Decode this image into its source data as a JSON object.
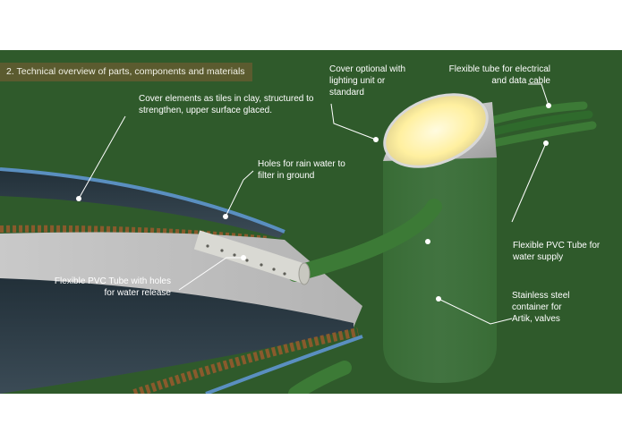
{
  "header": {
    "title": "2. Technical overview of parts, components and materials"
  },
  "labels": {
    "cover_elements": {
      "line1": "Cover elements as tiles in clay, structured to",
      "line2": "strengthen, upper surface glaced."
    },
    "cover_optional": {
      "line1": "Cover optional with",
      "line2": "lighting unit or",
      "line3": "standard"
    },
    "flexible_tube_cable": {
      "line1": "Flexible tube for electrical",
      "line2": "and data cable"
    },
    "holes_rain": {
      "line1": "Holes for rain water to",
      "line2": "filter in ground"
    },
    "pvc_supply": {
      "line1": "Flexible PVC Tube for",
      "line2": "water supply"
    },
    "pvc_holes": {
      "line1": "Flexible PVC Tube with holes",
      "line2": "for water release"
    },
    "container": {
      "line1": "Stainless steel",
      "line2": "container for",
      "line3": "Artik, valves"
    }
  },
  "colors": {
    "background": "#2f5a2b",
    "header_bar": "#5b5b2f",
    "tube_green": "#3c7a36",
    "tile_dark": "#2e3b45",
    "tile_edge": "#5a8fc0",
    "lamp_glow": "#fff3b0",
    "label_text": "#ffffff"
  }
}
